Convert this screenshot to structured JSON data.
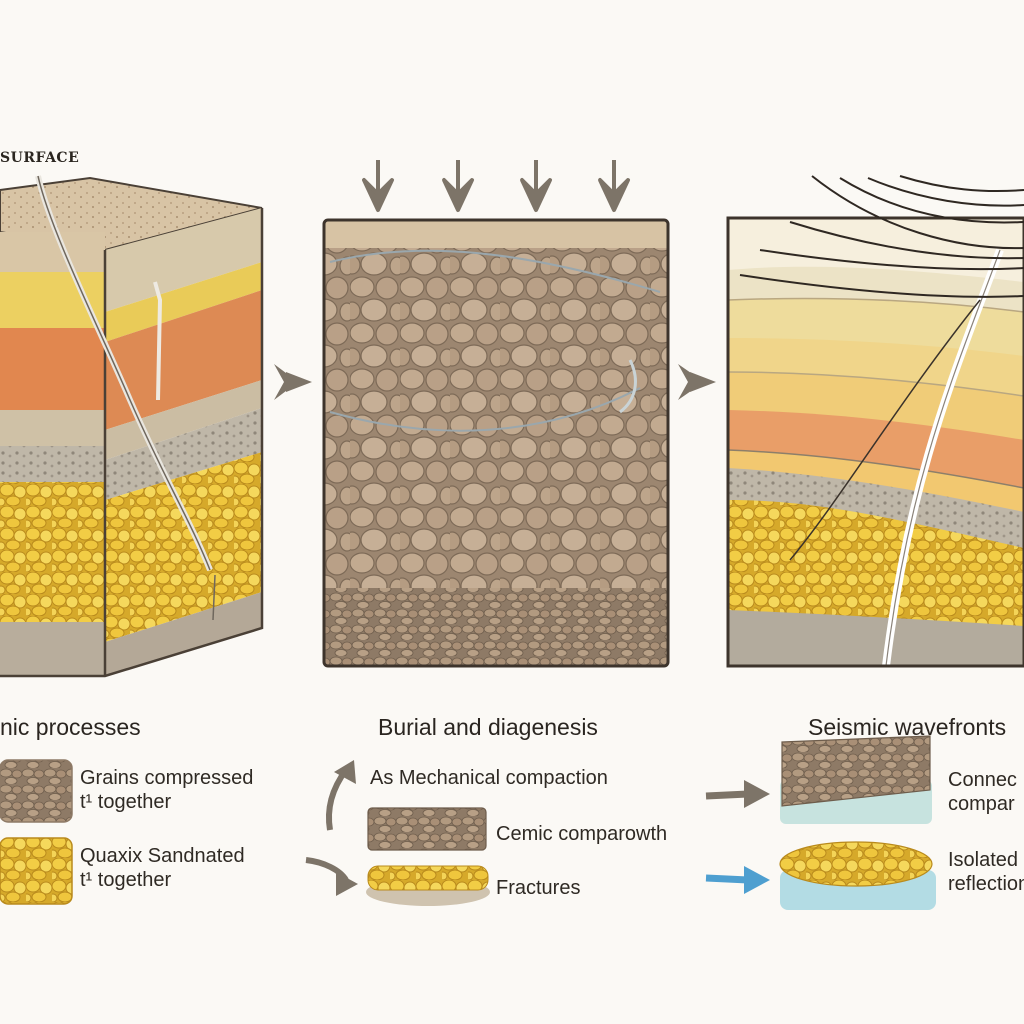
{
  "panel1": {
    "surface_label": "SURFACE",
    "heading": "nic processes",
    "items": [
      {
        "line1": "Grains compressed",
        "line2": "t¹ together"
      },
      {
        "line1": "Quaxix Sandnated",
        "line2": "t¹ together"
      }
    ]
  },
  "panel2": {
    "heading": "Burial and diagenesis",
    "items": [
      "As Mechanical compaction",
      "Cemic comparowth",
      "Fractures"
    ]
  },
  "panel3": {
    "heading": "Seismic wavefronts",
    "items": [
      {
        "line1": "Connec",
        "line2": "compar"
      },
      {
        "line1": "Isolated",
        "line2": "reflection"
      }
    ]
  },
  "colors": {
    "background": "#fbf9f5",
    "sand_top": "#d9c3a3",
    "yellow_layer": "#e9cc55",
    "orange_layer": "#e1884f",
    "gold_grains": "#f0c83c",
    "pebble": "#b59d83",
    "arrow": "#7d7468",
    "blue_arrow": "#4e9fd0"
  }
}
